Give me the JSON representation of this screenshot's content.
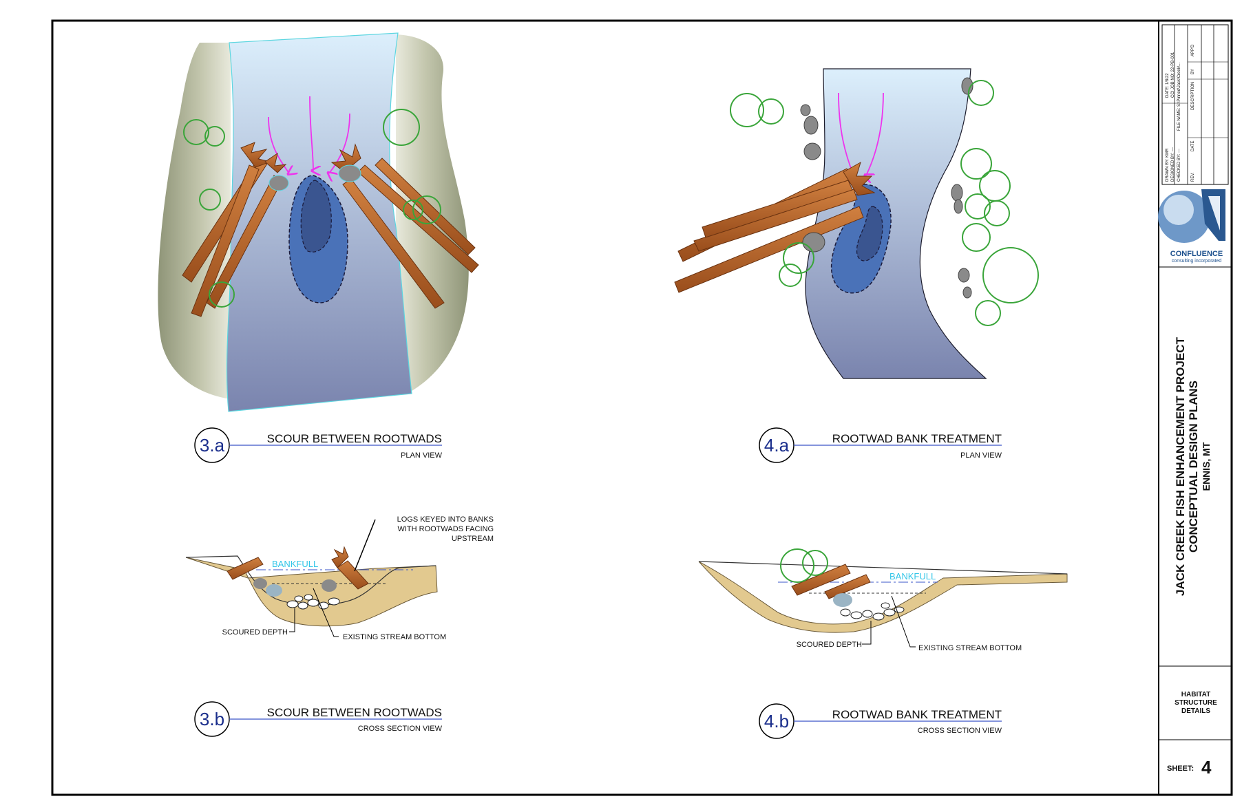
{
  "views": [
    {
      "badge": "3.a",
      "title": "SCOUR BETWEEN ROOTWADS",
      "subtitle": "PLAN VIEW"
    },
    {
      "badge": "4.a",
      "title": "ROOTWAD BANK TREATMENT",
      "subtitle": "PLAN VIEW"
    },
    {
      "badge": "3.b",
      "title": "SCOUR BETWEEN ROOTWADS",
      "subtitle": "CROSS SECTION VIEW"
    },
    {
      "badge": "4.b",
      "title": "ROOTWAD BANK TREATMENT",
      "subtitle": "CROSS SECTION VIEW"
    }
  ],
  "callouts": {
    "logs_keyed": [
      "LOGS KEYED INTO BANKS",
      "WITH ROOTWADS FACING",
      "UPSTREAM"
    ],
    "scoured_depth": "SCOURED DEPTH",
    "existing_bottom": "EXISTING STREAM BOTTOM",
    "bankfull": "BANKFULL"
  },
  "title_block": {
    "project_title": "JACK CREEK FISH ENHANCEMENT PROJECT",
    "plan_set": "CONCEPTUAL DESIGN PLANS",
    "location": "ENNIS, MT",
    "sheet_title_lines": [
      "HABITAT",
      "STRUCTURE",
      "DETAILS"
    ],
    "sheet_label": "SHEET:",
    "sheet_number": "4",
    "company": "CONFLUENCE",
    "company_sub": "consulting incorporated",
    "meta": {
      "drawn_by": "DRAWN BY: KMR",
      "designed_by": "DESIGNED BY: ---",
      "checked_by": "CHECKED BY: ---",
      "date": "DATE: 1/8/22",
      "project_no": "CCI JOB NO: 22-PB-001",
      "file_name": "FILE NAME: S:\\Pinned\\Jack\\Creek\\...",
      "rev_header": "REV.",
      "date_header": "DATE",
      "description_header": "DESCRIPTION",
      "by_header": "BY",
      "appd_header": "APP'D"
    }
  },
  "colors": {
    "water_top": "#dceffc",
    "water_bottom": "#7d86b0",
    "bank_green": "#a6aa8a",
    "pool_outer": "#4a72b8",
    "pool_inner": "#3a5590",
    "wood": "#b8652a",
    "arrow": "#ee33ee",
    "shrub": "#3aa53a",
    "soil": "#e2c98f",
    "bankfull": "#33c6e8",
    "badge_text": "#1a2e8c",
    "rule": "#3a55c8"
  }
}
